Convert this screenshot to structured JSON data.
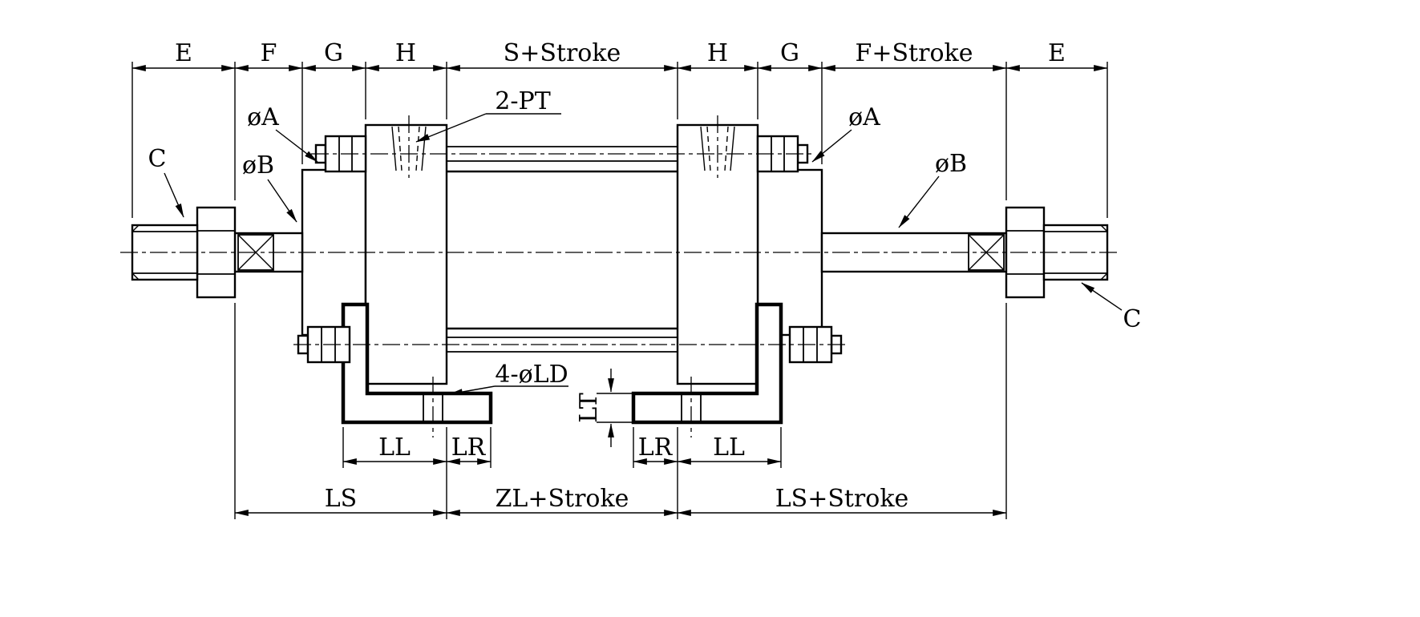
{
  "drawing": {
    "background": "#ffffff",
    "line_color": "#000000",
    "top_dimensions": {
      "e_left": "E",
      "f_left": "F",
      "g_left": "G",
      "h_left": "H",
      "s_stroke": "S+Stroke",
      "h_right": "H",
      "g_right": "G",
      "f_stroke": "F+Stroke",
      "e_right": "E"
    },
    "callouts": {
      "port": "2-PT",
      "dia_a_left": "øA",
      "dia_b_left": "øB",
      "rod_thread_left": "C",
      "dia_a_right": "øA",
      "dia_b_right": "øB",
      "rod_thread_right": "C",
      "foot_hole": "4-øLD"
    },
    "foot_dimensions": {
      "lt": "LT",
      "ll_left": "LL",
      "lr_left": "LR",
      "lr_right": "LR",
      "ll_right": "LL"
    },
    "bottom_dimensions": {
      "ls": "LS",
      "zl_stroke": "ZL+Stroke",
      "ls_stroke": "LS+Stroke"
    }
  }
}
